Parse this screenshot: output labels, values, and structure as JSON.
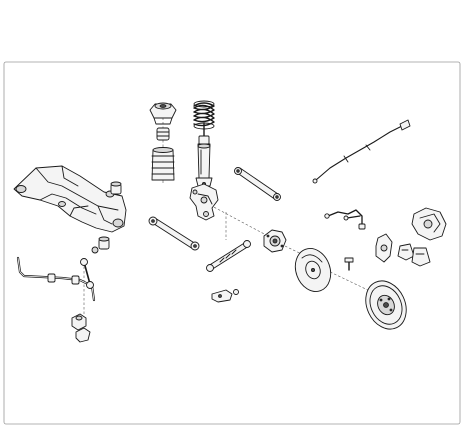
{
  "diagram": {
    "colors": {
      "line": "#1a1a1a",
      "part_fill": "#f4f4f4",
      "shade": "#d8d8d8",
      "frame": "#9a9a9a"
    },
    "parts": [
      {
        "id": "subframe",
        "name": "rear-axle-subframe"
      },
      {
        "id": "mount-bush",
        "name": "subframe-mount-bush"
      },
      {
        "id": "stabilizer",
        "name": "stabilizer-bar"
      },
      {
        "id": "stab-link",
        "name": "stabilizer-link"
      },
      {
        "id": "stab-bush",
        "name": "stabilizer-bush"
      },
      {
        "id": "top-mount",
        "name": "strut-top-mount"
      },
      {
        "id": "coil-spring",
        "name": "coil-spring"
      },
      {
        "id": "bump-stop",
        "name": "bump-stop-and-dust-cover"
      },
      {
        "id": "shock",
        "name": "shock-absorber"
      },
      {
        "id": "knuckle",
        "name": "wheel-knuckle"
      },
      {
        "id": "upper-arm",
        "name": "upper-control-arm"
      },
      {
        "id": "lower-arm",
        "name": "lower-control-arm"
      },
      {
        "id": "tie-rod",
        "name": "track-rod"
      },
      {
        "id": "hub",
        "name": "wheel-hub-bearing"
      },
      {
        "id": "dust-shield",
        "name": "brake-dust-shield"
      },
      {
        "id": "brake-disc",
        "name": "brake-disc"
      },
      {
        "id": "handbrake-cable",
        "name": "handbrake-cable"
      },
      {
        "id": "brake-hose",
        "name": "brake-hose"
      },
      {
        "id": "caliper",
        "name": "brake-caliper"
      },
      {
        "id": "pads",
        "name": "brake-pads"
      },
      {
        "id": "bolts",
        "name": "mounting-bolts"
      },
      {
        "id": "bracket",
        "name": "small-bracket"
      }
    ]
  }
}
